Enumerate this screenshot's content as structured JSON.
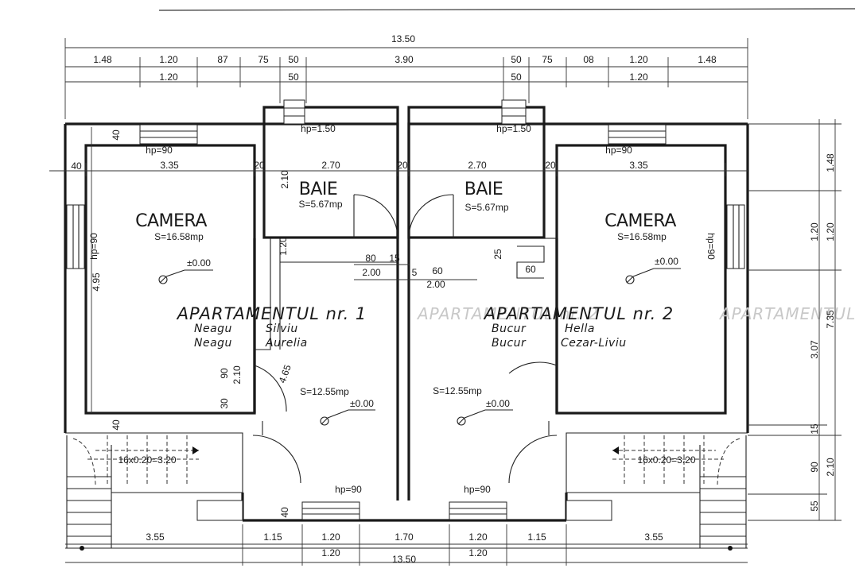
{
  "overall": {
    "top": "13.50",
    "bottom": "13.50"
  },
  "top_dims_row1": [
    "1.48",
    "1.20",
    "87",
    "75",
    "50",
    "3.90",
    "50",
    "75",
    "08",
    "1.20",
    "1.48"
  ],
  "top_dims_row2": [
    "1.20",
    "50",
    "50",
    "1.20"
  ],
  "bottom_dims_row1": [
    "3.55",
    "1.15",
    "1.20",
    "1.70",
    "1.20",
    "1.15",
    "3.55"
  ],
  "bottom_dims_row2": [
    "1.20",
    "1.20"
  ],
  "right_dims_outer": [
    "1.48",
    "1.20",
    "7.35",
    "2.10"
  ],
  "right_dims_inner": [
    "1.20",
    "3.07",
    "15",
    "90",
    "55"
  ],
  "interior_dims": {
    "left_wall_40": "40",
    "left_room_width": "3.35",
    "left_20a": "20",
    "left_bath_width": "2.70",
    "left_20b": "20",
    "right_20a": "20",
    "right_bath_width": "2.70",
    "right_20b": "20",
    "right_room_width": "3.35",
    "left_room_height": "4.95",
    "left_bath_height": "2.10",
    "left_top_40": "40",
    "left_bottom_40": "40",
    "hall_80": "80",
    "hall_15": "15",
    "hall_200_left": "2.00",
    "hall_5": "5",
    "hall_60": "60",
    "hall_200_right": "2.00",
    "left_120": "1.20",
    "left_25": "25",
    "right_60": "60",
    "left_90": "90",
    "left_210": "2.10",
    "left_30": "30",
    "left_465": "4.65",
    "bottom_40": "40"
  },
  "hp_labels": {
    "bath_left": "hp=1.50",
    "bath_right": "hp=1.50",
    "room_left_top": "hp=90",
    "room_right_top": "hp=90",
    "room_left_side": "hp=90",
    "room_right_side": "hp=90",
    "hall_left": "hp=90",
    "hall_right": "hp=90"
  },
  "stairs": {
    "left": "16x0.20=3.20",
    "right": "16x0.20=3.20"
  },
  "rooms": {
    "camera_left": {
      "name": "CAMERA",
      "area": "S=16.58mp",
      "level": "±0.00"
    },
    "camera_right": {
      "name": "CAMERA",
      "area": "S=16.58mp",
      "level": "±0.00"
    },
    "baie_left": {
      "name": "BAIE",
      "area": "S=5.67mp"
    },
    "baie_right": {
      "name": "BAIE",
      "area": "S=5.67mp"
    },
    "hall_left": {
      "area": "S=12.55mp",
      "level": "±0.00"
    },
    "hall_right": {
      "area": "S=12.55mp",
      "level": "±0.00"
    }
  },
  "apartments": {
    "apt1": {
      "title": "APARTAMENTUL nr. 1",
      "owner1_first": "Neagu",
      "owner1_last": "Silviu",
      "owner2_first": "Neagu",
      "owner2_last": "Aurelia"
    },
    "apt2": {
      "title": "APARTAMENTUL nr. 2",
      "owner1_first": "Bucur",
      "owner1_last": "Hella",
      "owner2_first": "Bucur",
      "owner2_last": "Cezar-Liviu"
    }
  },
  "colors": {
    "ink": "#1a1a1a",
    "paper": "#ffffff",
    "bleed": "#c8c8c8"
  }
}
